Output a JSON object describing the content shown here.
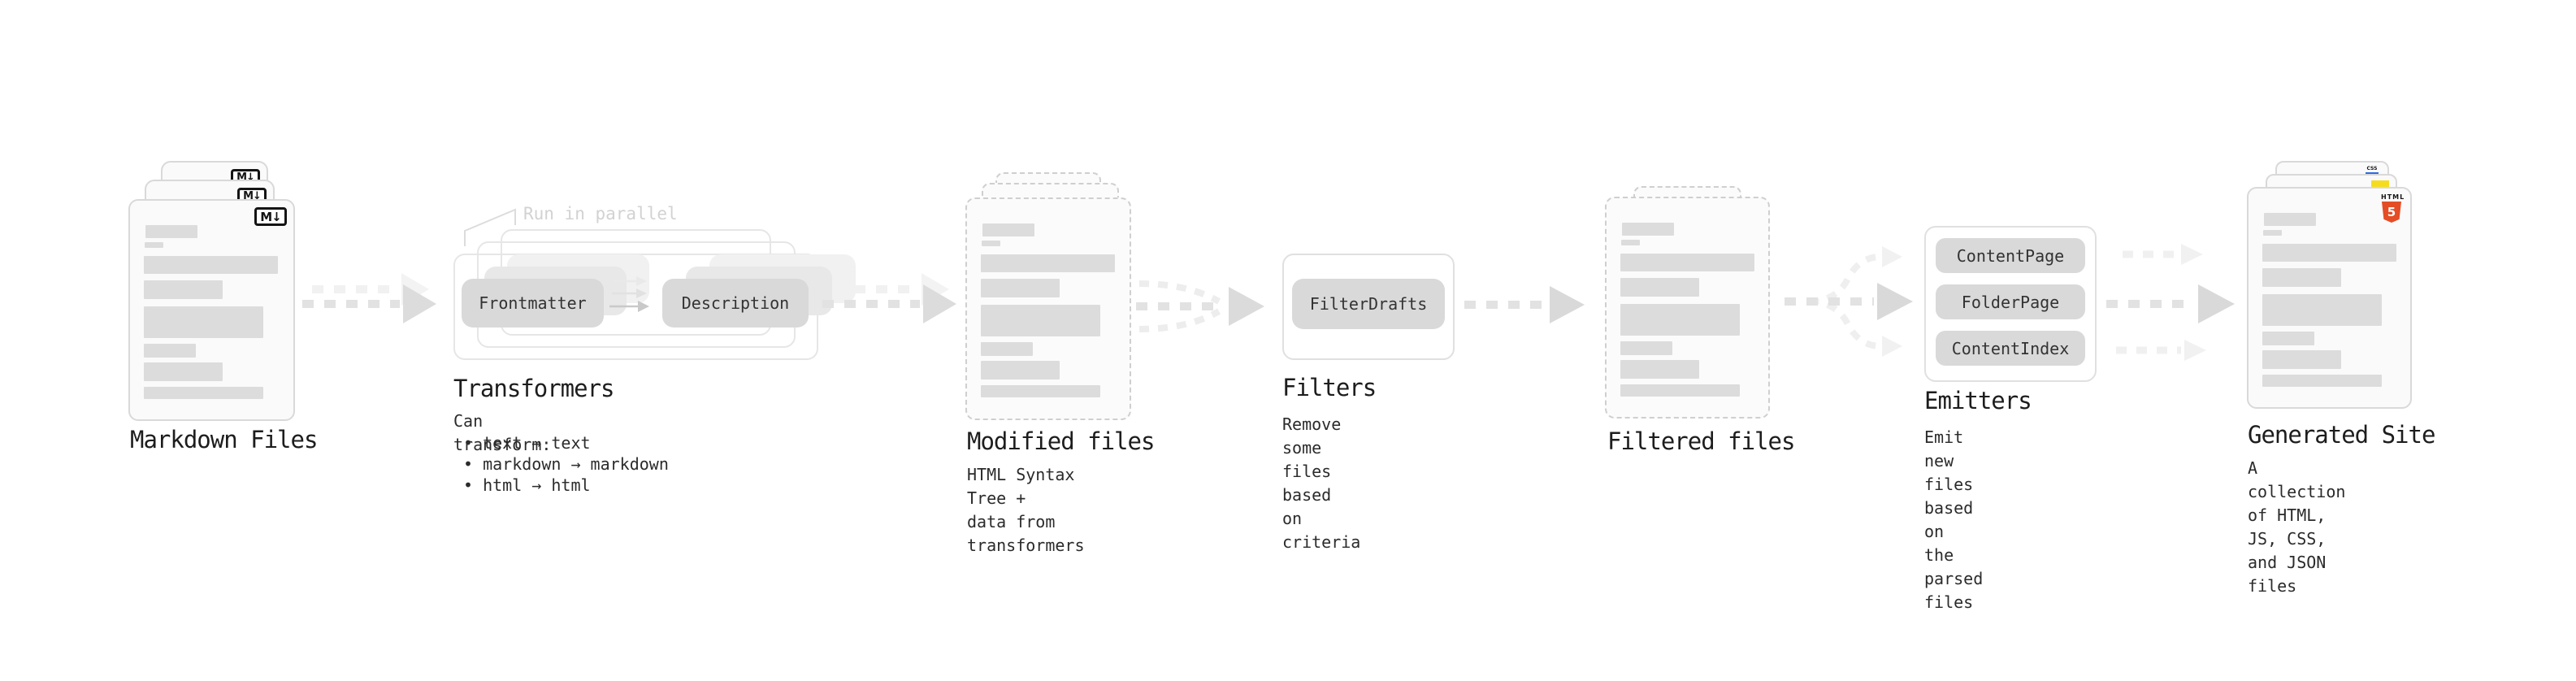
{
  "stages": {
    "markdown": {
      "title": "Markdown Files",
      "badge": "M↓"
    },
    "transformers": {
      "annotation": "Run in parallel",
      "chip_left": "Frontmatter",
      "chip_right": "Description",
      "title": "Transformers",
      "desc": "Can transform:",
      "bullets": [
        "• text → text",
        "• markdown → markdown",
        "• html → html"
      ]
    },
    "modified": {
      "title": "Modified files",
      "desc": "HTML Syntax Tree +\ndata from transformers"
    },
    "filters": {
      "chip": "FilterDrafts",
      "title": "Filters",
      "desc": "Remove some files based\non criteria"
    },
    "filtered": {
      "title": "Filtered files"
    },
    "emitters": {
      "chips": [
        "ContentPage",
        "FolderPage",
        "ContentIndex"
      ],
      "title": "Emitters",
      "desc": "Emit new files based on\nthe parsed files"
    },
    "generated": {
      "title": "Generated Site",
      "desc": "A collection of HTML,\nJS, CSS, and JSON files",
      "badges": {
        "html5_word": "HTML",
        "html5_number": "5",
        "css": "CSS"
      }
    }
  },
  "colors": {
    "html5_orange": "#e44d26",
    "js_yellow": "#f5dd1e",
    "css_blue": "#2d6ae3",
    "chip_fill": "#d9d9d9",
    "card_border": "#d9d9d9",
    "arrow_main": "#dcdcdc",
    "arrow_light": "#efefef",
    "text_dark": "#1d1d1d"
  }
}
